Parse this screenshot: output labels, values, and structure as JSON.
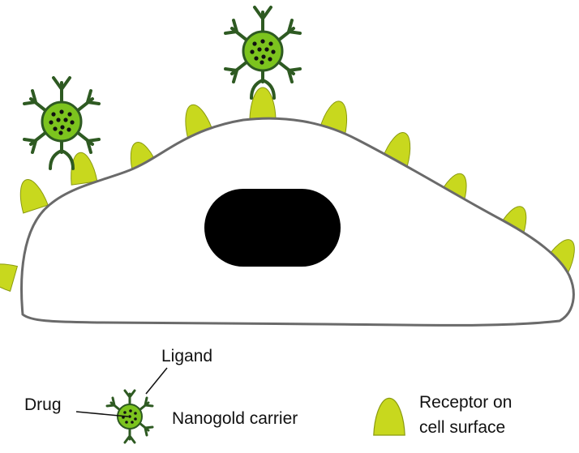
{
  "labels": {
    "ligand": "Ligand",
    "drug": "Drug",
    "nanogold_carrier": "Nanogold carrier",
    "receptor_line1": "Receptor on",
    "receptor_line2": "cell surface"
  },
  "colors": {
    "receptor_fill": "#c8d81e",
    "receptor_stroke": "#8a9a10",
    "carrier_fill": "#7cc41e",
    "ligand_stroke": "#2e5a22",
    "drug_dot": "#111111",
    "cell_fill": "#ffffff",
    "cell_stroke": "#6a6a6a",
    "nucleus_fill": "#000000"
  }
}
